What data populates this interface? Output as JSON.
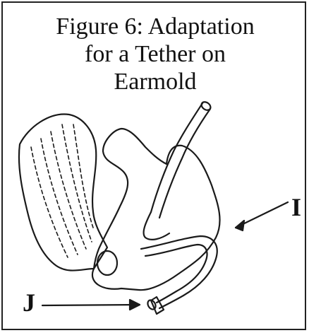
{
  "figure": {
    "title_lines": [
      "Figure 6:  Adaptation",
      "for a Tether on",
      "Earmold"
    ],
    "labels": {
      "i": "I",
      "j": "J"
    }
  }
}
